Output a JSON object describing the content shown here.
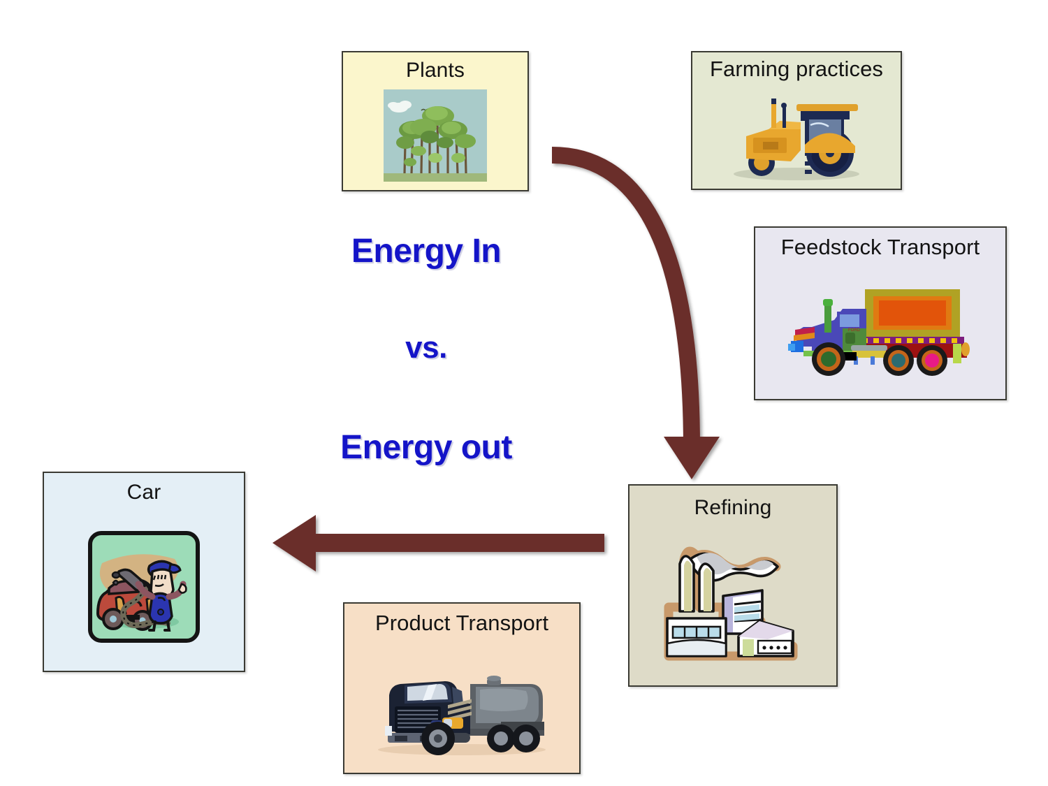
{
  "diagram": {
    "title_text_block": {
      "line1": "Energy In",
      "line2": "vs.",
      "line3": "Energy out",
      "color": "#1414c8"
    },
    "arrow_color": "#6b2e2a",
    "background": "#ffffff",
    "nodes": [
      {
        "id": "plants",
        "label": "Plants",
        "bg": "#fbf6cc",
        "art": "forest-trees-image"
      },
      {
        "id": "farming",
        "label": "Farming practices",
        "bg": "#e4e8d2",
        "art": "tractor-image"
      },
      {
        "id": "feedstock",
        "label": "Feedstock Transport",
        "bg": "#e8e7f0",
        "art": "flatbed-truck-image"
      },
      {
        "id": "refining",
        "label": "Refining",
        "bg": "#dedbc8",
        "art": "factory-smokestacks-image"
      },
      {
        "id": "car",
        "label": "Car",
        "bg": "#e4eff6",
        "art": "man-fueling-car-image"
      },
      {
        "id": "product_transport",
        "label": "Product Transport",
        "bg": "#f7dfc6",
        "art": "tanker-truck-image"
      }
    ],
    "connectors": [
      {
        "id": "plants-to-refining",
        "shape": "curved-down-arrow",
        "from": "plants",
        "to": "refining"
      },
      {
        "id": "refining-to-car",
        "shape": "straight-left-arrow",
        "from": "refining",
        "to": "car"
      }
    ]
  }
}
